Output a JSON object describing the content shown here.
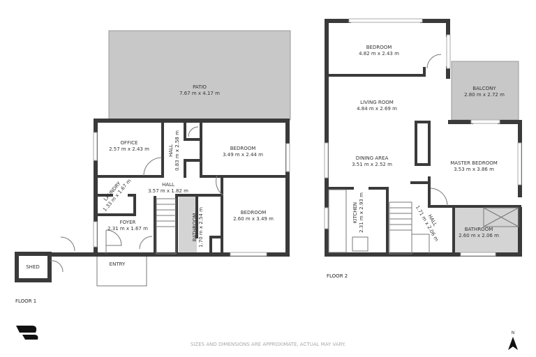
{
  "floor1": {
    "label": "FLOOR 1",
    "rooms": {
      "patio": {
        "name": "PATIO",
        "dims": "7.67 m x 4.17 m"
      },
      "office": {
        "name": "OFFICE",
        "dims": "2.57 m x 2.43 m"
      },
      "hall_small": {
        "name": "HALL",
        "dims": "0.83 m x 2.58 m"
      },
      "bedroom_top": {
        "name": "BEDROOM",
        "dims": "3.49 m x 2.44 m"
      },
      "laundry": {
        "name": "LAUNDRY",
        "dims": "1.33 m x 1.67 m"
      },
      "hall": {
        "name": "HALL",
        "dims": "3.57 m x 1.82 m"
      },
      "foyer": {
        "name": "FOYER",
        "dims": "2.31 m x 1.67 m"
      },
      "bathroom": {
        "name": "BATHROOM",
        "dims": "1.70 m x 2.54 m"
      },
      "bedroom_bottom": {
        "name": "BEDROOM",
        "dims": "2.60 m x 3.49 m"
      },
      "entry": {
        "name": "ENTRY"
      },
      "shed": {
        "name": "SHED"
      }
    }
  },
  "floor2": {
    "label": "FLOOR 2",
    "rooms": {
      "bedroom": {
        "name": "BEDROOM",
        "dims": "4.82 m x 2.43 m"
      },
      "balcony": {
        "name": "BALCONY",
        "dims": "2.80 m x 2.72 m"
      },
      "living": {
        "name": "LIVING ROOM",
        "dims": "4.84 m x 2.69 m"
      },
      "dining": {
        "name": "DINING AREA",
        "dims": "3.51 m x 2.52 m"
      },
      "master": {
        "name": "MASTER BEDROOM",
        "dims": "3.53 m x 3.86 m"
      },
      "kitchen": {
        "name": "KITCHEN",
        "dims": "2.31 m x 2.93 m"
      },
      "hall": {
        "name": "HALL",
        "dims": "1.71 m x 2.06 m"
      },
      "bathroom": {
        "name": "BATHROOM",
        "dims": "2.60 m x 2.06 m"
      }
    }
  },
  "disclaimer": "SIZES AND DIMENSIONS ARE APPROXIMATE, ACTUAL MAY VARY.",
  "compass": {
    "label": "N",
    "icon": "north-arrow-icon"
  },
  "colors": {
    "wall": "#3a3a3a",
    "outdoor": "#c8c8c8",
    "wet_area": "#d4d4d4"
  }
}
